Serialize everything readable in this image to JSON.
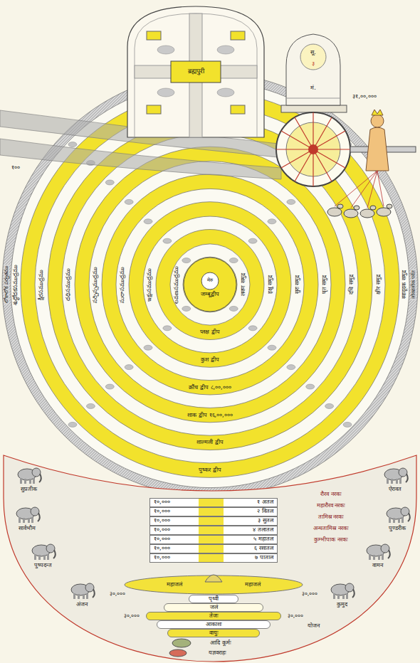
{
  "diagram": {
    "nodes": [
      {
        "text": [
          "ब्रह्मपुरी"
        ]
      },
      {
        "text": [
          "जम्बूद्वीप"
        ]
      },
      {
        "text": [
          "मेरु"
        ],
        "in": 1
      },
      {
        "text": [
          "१०,०००",
          "१ अतल"
        ]
      },
      {
        "text": [
          "१०,०००",
          "२ वितल"
        ]
      },
      {
        "text": [
          "१०,०००",
          "३ सुतल"
        ]
      },
      {
        "text": [
          "१०,०००",
          "४ तलातल"
        ]
      },
      {
        "text": [
          "१०,०००",
          "५ महातल"
        ]
      },
      {
        "text": [
          "१०,०००",
          "६ रसातल"
        ]
      },
      {
        "text": [
          "१०,०००",
          "७ पाताल"
        ]
      },
      {
        "text": [
          "पृथ्वी"
        ]
      },
      {
        "text": [
          "जलं"
        ]
      },
      {
        "text": [
          "तेजः"
        ]
      },
      {
        "text": [
          "आकाशः"
        ]
      },
      {
        "text": [
          "वायुः"
        ]
      }
    ],
    "labels": [
      "प्लक्ष द्वीप",
      "कुश द्वीप",
      "क्रौंच द्वीप ८,००,०००",
      "शाक द्वीप १६,००,०००",
      "शाल्मली द्वीप",
      "पुष्कर द्वीप",
      "लवण समुद्र",
      "इक्षु समुद्र",
      "सुरा समुद्र",
      "घृत समुद्र",
      "दधि समुद्र",
      "क्षीर समुद्र",
      "स्वादूदक समुद्र",
      "लोकालोक पर्वत",
      "లవణసముద్రము",
      "ఇక్షుసముద్రము",
      "సురాసముద్రము",
      "సర్పిస్సముద్రము",
      "దధిసముద్రము",
      "క్షీరసముద్రము",
      "శుద్ధోదకసముద్రము",
      "లోకాలోక పర్వతము",
      "ऐरावत",
      "पुण्डरीक",
      "वामन",
      "कुमुद",
      "अंजन",
      "पुष्पदन्त",
      "सार्वभौम",
      "सुप्रतीक",
      "रौरव नरकः",
      "महारौरव नरकः",
      "तामिस्र नरकः",
      "अन्धतामिस्र नरकः",
      "कुम्भीपाक नरकः",
      "महाजलं",
      "महाजलं",
      "३०,०००",
      "३०,०००",
      "३०,०००",
      "३०,०००",
      "आदि कूर्मः",
      "यज्ञवराहः",
      "सू.",
      "मं.",
      "३",
      "३१,००,०००",
      "१००",
      "योजन"
    ]
  }
}
